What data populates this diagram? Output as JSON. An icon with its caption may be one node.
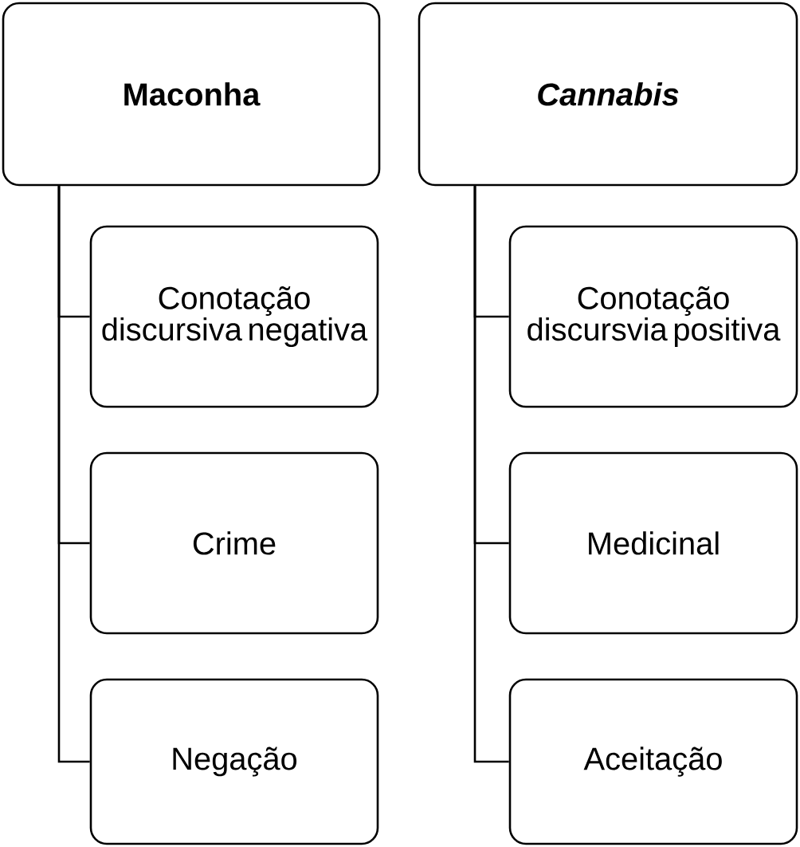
{
  "diagram": {
    "nodes": [
      {
        "text": [
          "Maconha"
        ]
      },
      {
        "text": [
          "Conotação discursiva negativa"
        ]
      },
      {
        "text": [
          "Crime"
        ]
      },
      {
        "text": [
          "Negação"
        ]
      },
      {
        "text": [
          "Cannabis"
        ]
      },
      {
        "text": [
          "Conotação discursvia positiva"
        ]
      },
      {
        "text": [
          "Medicinal"
        ]
      },
      {
        "text": [
          "Aceitação"
        ]
      }
    ],
    "edges": [
      {
        "from": 0,
        "to": 1,
        "arrow": "none"
      },
      {
        "from": 0,
        "to": 2,
        "arrow": "none"
      },
      {
        "from": 0,
        "to": 3,
        "arrow": "none"
      },
      {
        "from": 4,
        "to": 5,
        "arrow": "none"
      },
      {
        "from": 4,
        "to": 6,
        "arrow": "none"
      },
      {
        "from": 4,
        "to": 7,
        "arrow": "none"
      }
    ]
  }
}
